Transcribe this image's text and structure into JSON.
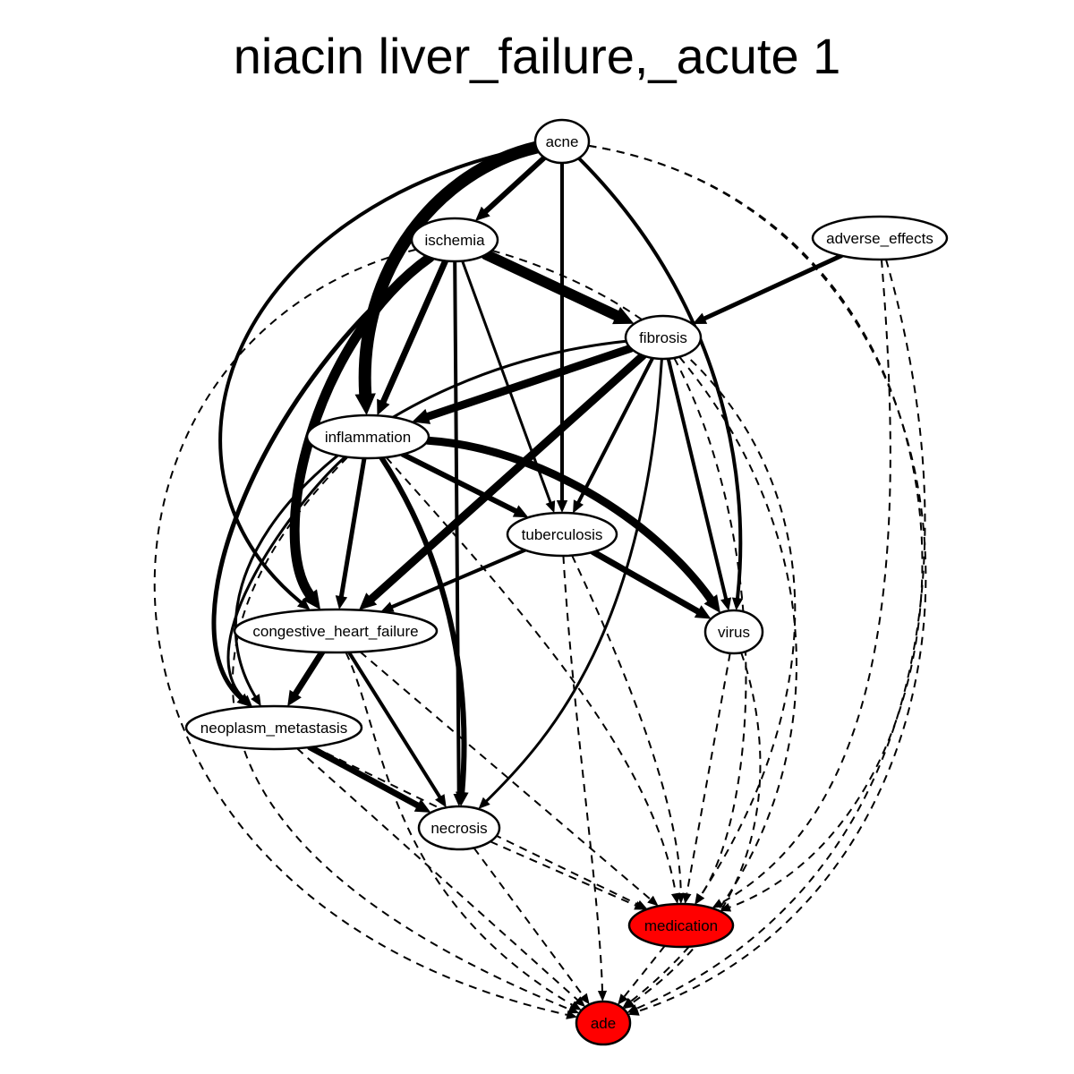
{
  "graph": {
    "title": "niacin liver_failure,_acute 1",
    "highlight_color": "#ff0000",
    "nodes": [
      {
        "id": "acne",
        "label": "acne",
        "highlight": false
      },
      {
        "id": "ischemia",
        "label": "ischemia",
        "highlight": false
      },
      {
        "id": "adverse_effects",
        "label": "adverse_effects",
        "highlight": false
      },
      {
        "id": "fibrosis",
        "label": "fibrosis",
        "highlight": false
      },
      {
        "id": "inflammation",
        "label": "inflammation",
        "highlight": false
      },
      {
        "id": "tuberculosis",
        "label": "tuberculosis",
        "highlight": false
      },
      {
        "id": "congestive_heart_failure",
        "label": "congestive_heart_failure",
        "highlight": false
      },
      {
        "id": "virus",
        "label": "virus",
        "highlight": false
      },
      {
        "id": "neoplasm_metastasis",
        "label": "neoplasm_metastasis",
        "highlight": false
      },
      {
        "id": "necrosis",
        "label": "necrosis",
        "highlight": false
      },
      {
        "id": "medication",
        "label": "medication",
        "highlight": true
      },
      {
        "id": "ade",
        "label": "ade",
        "highlight": true
      }
    ],
    "edges": [
      {
        "from": "acne",
        "to": "ischemia",
        "weight": 6,
        "style": "solid"
      },
      {
        "from": "acne",
        "to": "inflammation",
        "weight": 14,
        "style": "solid"
      },
      {
        "from": "acne",
        "to": "tuberculosis",
        "weight": 4,
        "style": "solid"
      },
      {
        "from": "acne",
        "to": "virus",
        "weight": 4,
        "style": "solid"
      },
      {
        "from": "acne",
        "to": "congestive_heart_failure",
        "weight": 4,
        "style": "solid"
      },
      {
        "from": "acne",
        "to": "medication",
        "weight": 2,
        "style": "dashed"
      },
      {
        "from": "acne",
        "to": "ade",
        "weight": 2,
        "style": "dashed"
      },
      {
        "from": "ischemia",
        "to": "fibrosis",
        "weight": 12,
        "style": "solid"
      },
      {
        "from": "ischemia",
        "to": "inflammation",
        "weight": 7,
        "style": "solid"
      },
      {
        "from": "ischemia",
        "to": "congestive_heart_failure",
        "weight": 11,
        "style": "solid"
      },
      {
        "from": "ischemia",
        "to": "neoplasm_metastasis",
        "weight": 5,
        "style": "solid"
      },
      {
        "from": "ischemia",
        "to": "tuberculosis",
        "weight": 3,
        "style": "solid"
      },
      {
        "from": "ischemia",
        "to": "necrosis",
        "weight": 4,
        "style": "solid"
      },
      {
        "from": "ischemia",
        "to": "medication",
        "weight": 2,
        "style": "dashed"
      },
      {
        "from": "ischemia",
        "to": "ade",
        "weight": 2,
        "style": "dashed"
      },
      {
        "from": "adverse_effects",
        "to": "fibrosis",
        "weight": 5,
        "style": "solid"
      },
      {
        "from": "adverse_effects",
        "to": "medication",
        "weight": 2,
        "style": "dashed"
      },
      {
        "from": "adverse_effects",
        "to": "ade",
        "weight": 2,
        "style": "dashed"
      },
      {
        "from": "fibrosis",
        "to": "inflammation",
        "weight": 9,
        "style": "solid"
      },
      {
        "from": "fibrosis",
        "to": "congestive_heart_failure",
        "weight": 9,
        "style": "solid"
      },
      {
        "from": "fibrosis",
        "to": "tuberculosis",
        "weight": 4,
        "style": "solid"
      },
      {
        "from": "fibrosis",
        "to": "virus",
        "weight": 4,
        "style": "solid"
      },
      {
        "from": "fibrosis",
        "to": "neoplasm_metastasis",
        "weight": 3,
        "style": "solid"
      },
      {
        "from": "fibrosis",
        "to": "necrosis",
        "weight": 3,
        "style": "solid"
      },
      {
        "from": "fibrosis",
        "to": "medication",
        "weight": 2,
        "style": "dashed"
      },
      {
        "from": "fibrosis",
        "to": "ade",
        "weight": 2,
        "style": "dashed"
      },
      {
        "from": "inflammation",
        "to": "congestive_heart_failure",
        "weight": 5,
        "style": "solid"
      },
      {
        "from": "inflammation",
        "to": "tuberculosis",
        "weight": 6,
        "style": "solid"
      },
      {
        "from": "inflammation",
        "to": "virus",
        "weight": 9,
        "style": "solid"
      },
      {
        "from": "inflammation",
        "to": "neoplasm_metastasis",
        "weight": 3,
        "style": "solid"
      },
      {
        "from": "inflammation",
        "to": "necrosis",
        "weight": 6,
        "style": "solid"
      },
      {
        "from": "inflammation",
        "to": "medication",
        "weight": 2,
        "style": "dashed"
      },
      {
        "from": "inflammation",
        "to": "ade",
        "weight": 2,
        "style": "dashed"
      },
      {
        "from": "tuberculosis",
        "to": "congestive_heart_failure",
        "weight": 4,
        "style": "solid"
      },
      {
        "from": "tuberculosis",
        "to": "virus",
        "weight": 7,
        "style": "solid"
      },
      {
        "from": "tuberculosis",
        "to": "medication",
        "weight": 2,
        "style": "dashed"
      },
      {
        "from": "tuberculosis",
        "to": "ade",
        "weight": 2,
        "style": "dashed"
      },
      {
        "from": "congestive_heart_failure",
        "to": "neoplasm_metastasis",
        "weight": 7,
        "style": "solid"
      },
      {
        "from": "congestive_heart_failure",
        "to": "necrosis",
        "weight": 4,
        "style": "solid"
      },
      {
        "from": "congestive_heart_failure",
        "to": "medication",
        "weight": 2,
        "style": "dashed"
      },
      {
        "from": "congestive_heart_failure",
        "to": "ade",
        "weight": 2,
        "style": "dashed"
      },
      {
        "from": "virus",
        "to": "medication",
        "weight": 2,
        "style": "dashed"
      },
      {
        "from": "virus",
        "to": "ade",
        "weight": 2,
        "style": "dashed"
      },
      {
        "from": "neoplasm_metastasis",
        "to": "necrosis",
        "weight": 7,
        "style": "solid"
      },
      {
        "from": "neoplasm_metastasis",
        "to": "medication",
        "weight": 2,
        "style": "dashed"
      },
      {
        "from": "neoplasm_metastasis",
        "to": "ade",
        "weight": 2,
        "style": "dashed"
      },
      {
        "from": "necrosis",
        "to": "medication",
        "weight": 2,
        "style": "dashed"
      },
      {
        "from": "necrosis",
        "to": "ade",
        "weight": 2,
        "style": "dashed"
      },
      {
        "from": "medication",
        "to": "ade",
        "weight": 2,
        "style": "dashed"
      }
    ]
  }
}
